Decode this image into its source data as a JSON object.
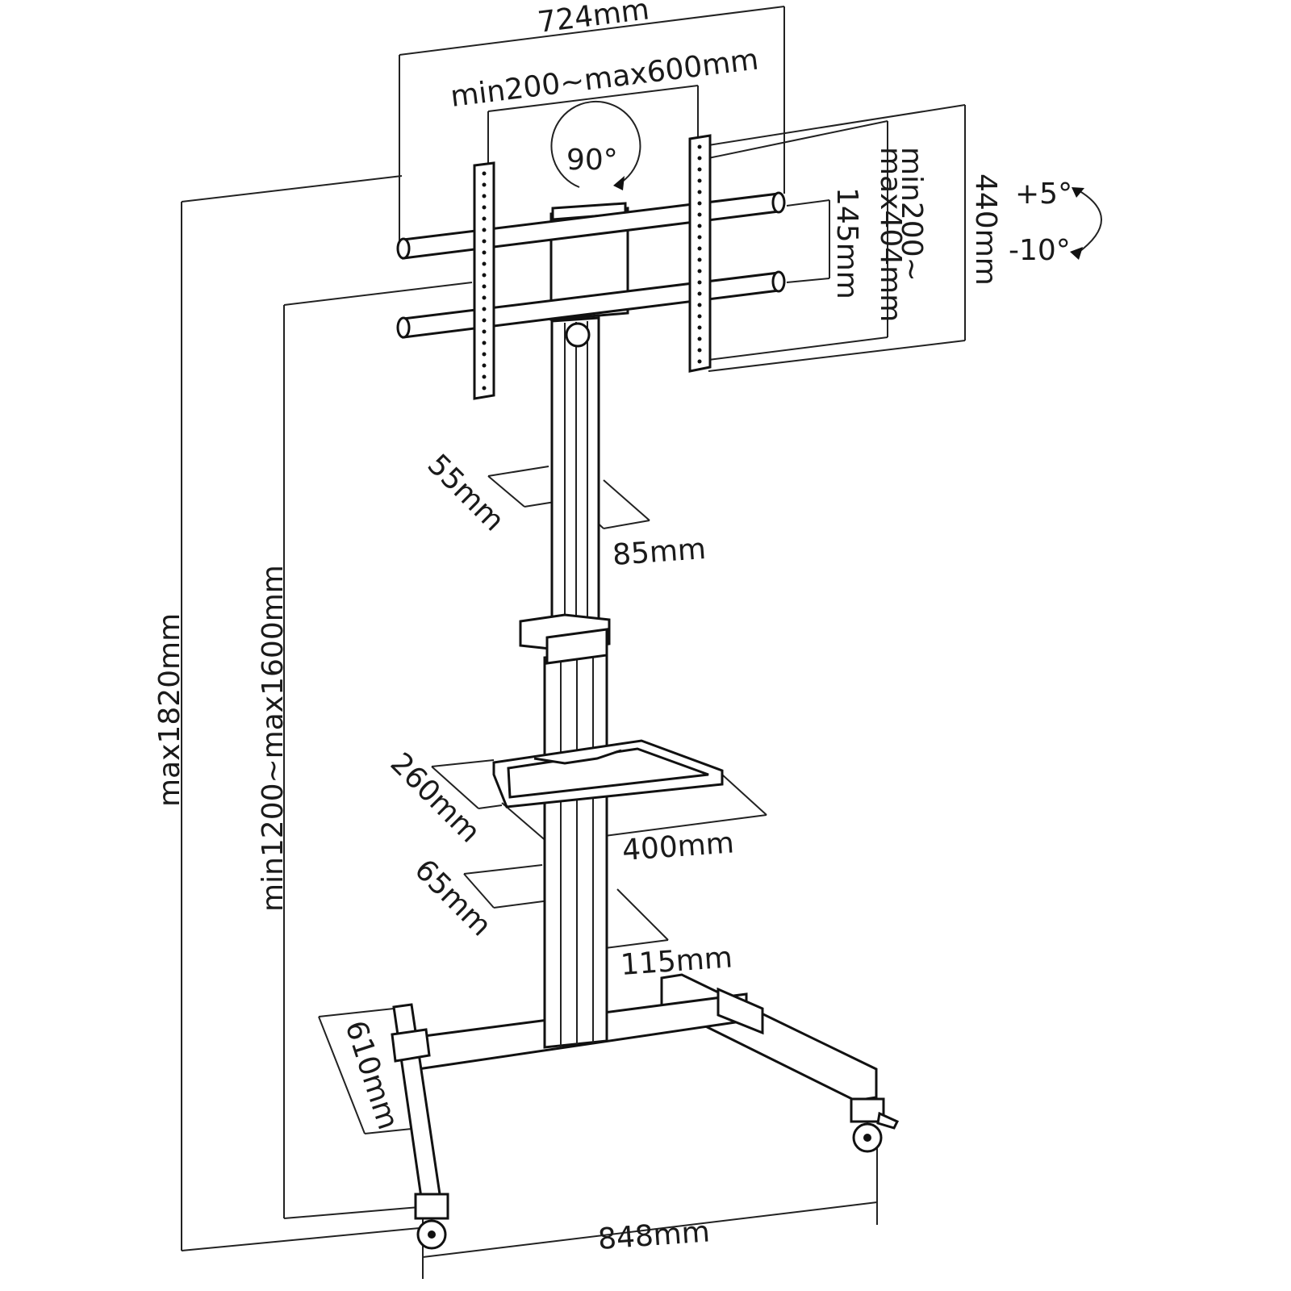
{
  "diagram": {
    "labels": {
      "overall_width": "724mm",
      "vesa_width": "min200~max600mm",
      "rotation": "90°",
      "arm_spacing": "145mm",
      "vesa_height_line1": "min200~",
      "vesa_height_line2": "max404mm",
      "bracket_height": "440mm",
      "tilt_up": "+5°",
      "tilt_down": "-10°",
      "upper_pole_depth": "55mm",
      "upper_pole_width": "85mm",
      "max_height": "max1820mm",
      "height_range": "min1200~max1600mm",
      "shelf_depth": "260mm",
      "shelf_width": "400mm",
      "lower_pole_depth": "65mm",
      "lower_pole_width": "115mm",
      "base_depth": "610mm",
      "base_width": "848mm"
    }
  }
}
